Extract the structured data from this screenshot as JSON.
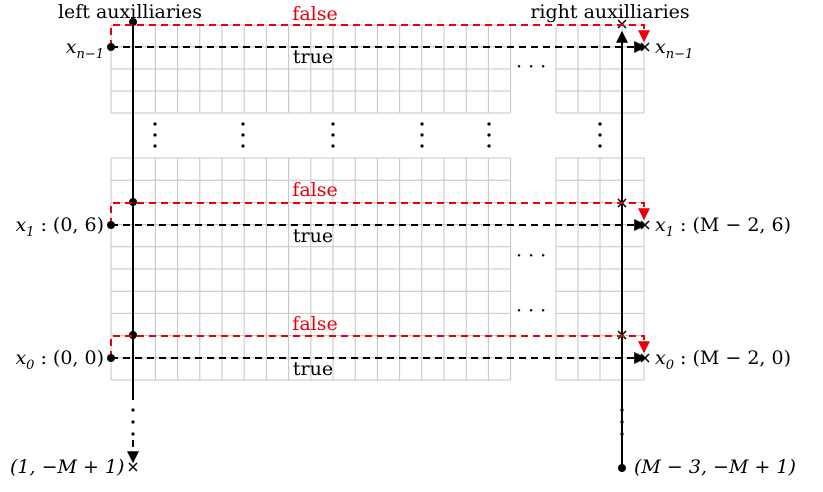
{
  "labels": {
    "left_aux": "left auxilliaries",
    "right_aux": "right auxilliaries",
    "false_label": "false",
    "true_label": "true",
    "left_bottom": "(1, −M + 1)",
    "right_bottom": "(M − 3, −M + 1)",
    "ellipsis_h": "· · ·"
  },
  "rows": [
    {
      "left": "x",
      "left_sub": "n−1",
      "left_rest": "",
      "right": "x",
      "right_sub": "n−1",
      "right_rest": ""
    },
    {
      "left": "x",
      "left_sub": "1",
      "left_rest": " : (0, 6)",
      "right": "x",
      "right_sub": "1",
      "right_rest": " : (M − 2, 6)"
    },
    {
      "left": "x",
      "left_sub": "0",
      "left_rest": " : (0, 0)",
      "right": "x",
      "right_sub": "0",
      "right_rest": " : (M − 2, 0)"
    }
  ],
  "colors": {
    "red": "#e8000b",
    "black": "#000000",
    "grid": "#c4c4c4"
  }
}
